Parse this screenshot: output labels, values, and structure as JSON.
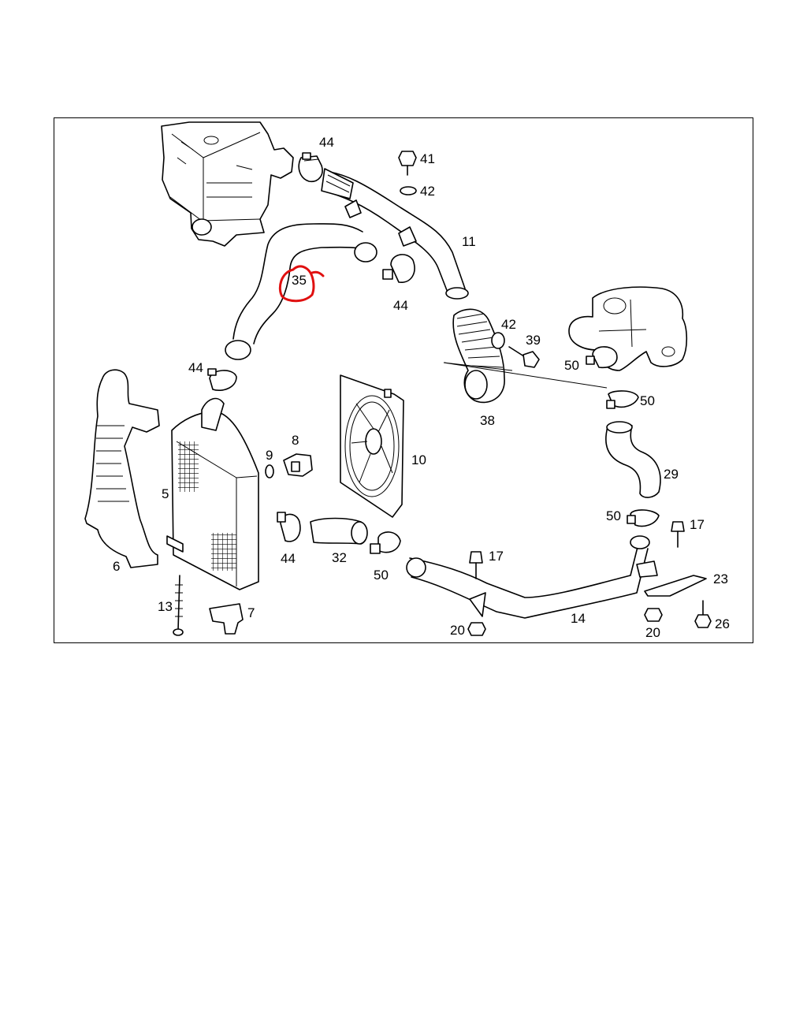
{
  "diagram": {
    "labels": {
      "p44a": "44",
      "p41": "41",
      "p42a": "42",
      "p11": "11",
      "p35": "35",
      "p44b": "44",
      "p42b": "42",
      "p39": "39",
      "p50a": "50",
      "p50b": "50",
      "p44c": "44",
      "p38": "38",
      "p8": "8",
      "p9": "9",
      "p10": "10",
      "p5": "5",
      "p29": "29",
      "p6": "6",
      "p50c": "50",
      "p17a": "17",
      "p44d": "44",
      "p32": "32",
      "p50d": "50",
      "p17b": "17",
      "p23": "23",
      "p13": "13",
      "p7": "7",
      "p14": "14",
      "p20a": "20",
      "p20b": "20",
      "p26": "26"
    },
    "highlight": {
      "part": "35",
      "color": "#e01010"
    }
  }
}
